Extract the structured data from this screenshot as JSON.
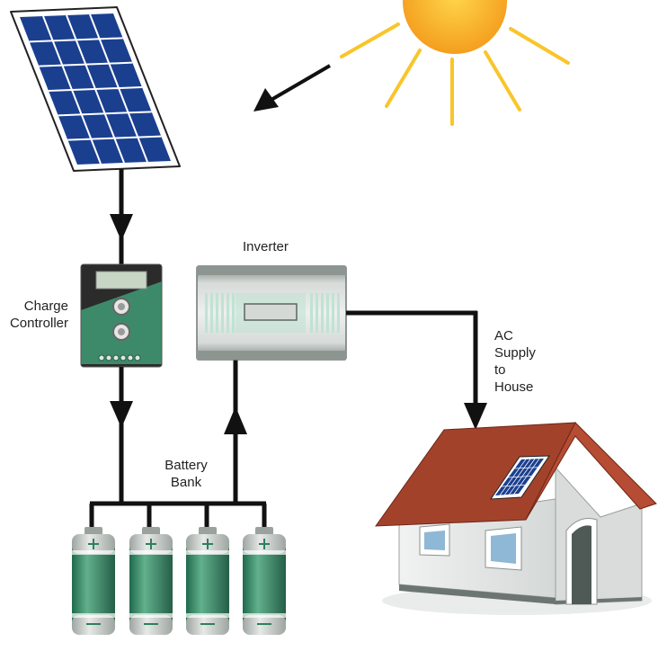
{
  "labels": {
    "inverter": "Inverter",
    "charge_controller": [
      "Charge",
      "Controller"
    ],
    "battery_bank": [
      "Battery",
      "Bank"
    ],
    "ac_supply": [
      "AC",
      "Supply",
      "to",
      "House"
    ]
  },
  "colors": {
    "panel_cell": "#1b3f8f",
    "panel_frame": "#ffffff",
    "sun_core": "#f6a623",
    "sun_ray": "#f9c52a",
    "wire": "#111111",
    "controller_top": "#2b2b2b",
    "controller_bottom": "#3d8a6a",
    "inverter_body": "#a9b0ad",
    "inverter_accent": "#bfe3d4",
    "battery_body": "#2f7f5f",
    "battery_cap": "#c9ceca",
    "roof": "#a3422b",
    "wall": "#e7e9e8",
    "window": "#8fb7d6"
  },
  "icons": [
    "sun-icon",
    "solar-panel-icon",
    "charge-controller-icon",
    "inverter-icon",
    "battery-icon",
    "house-icon"
  ]
}
